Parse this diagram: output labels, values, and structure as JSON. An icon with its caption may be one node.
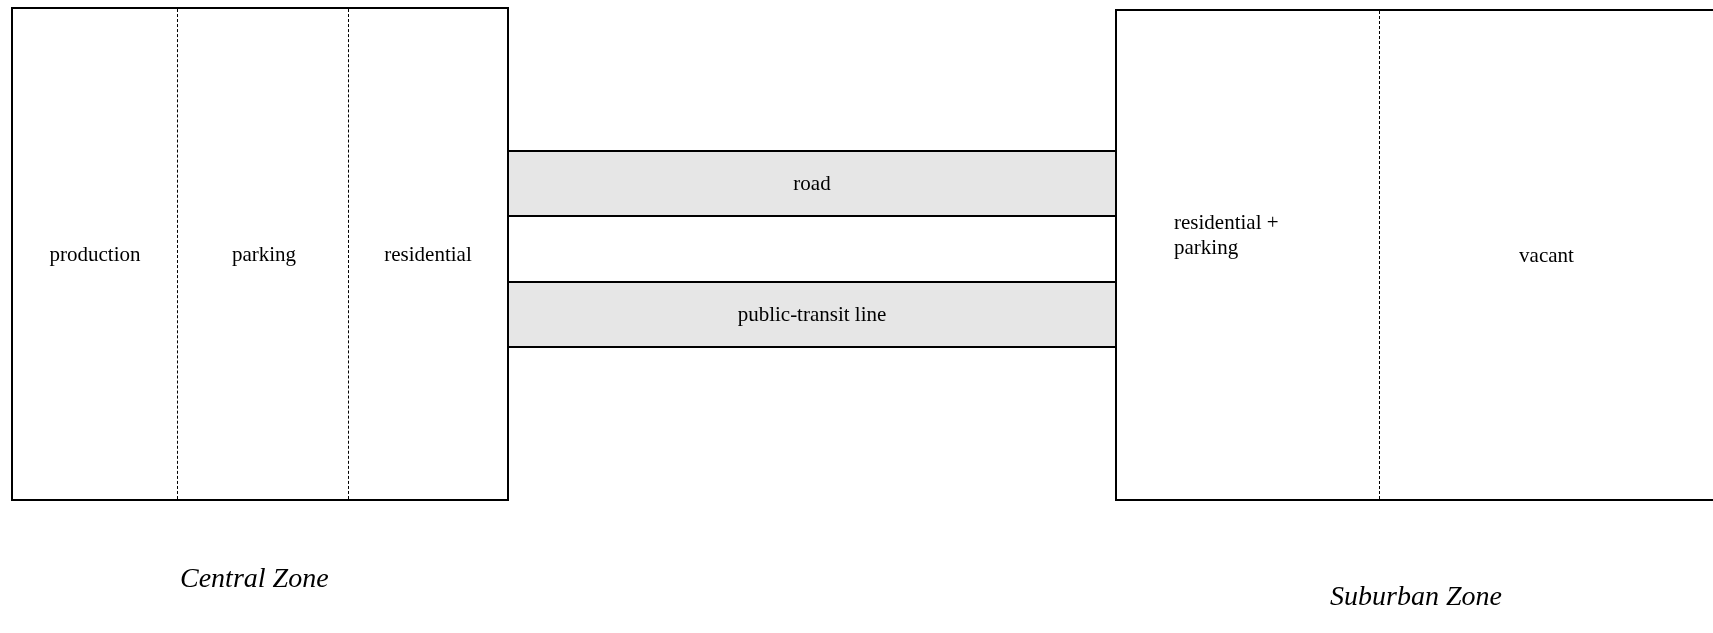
{
  "diagram": {
    "nodes": [
      {
        "text": [
          "Central Zone"
        ]
      },
      {
        "text": [
          "production"
        ],
        "in": 0
      },
      {
        "text": [
          "parking"
        ],
        "in": 0
      },
      {
        "text": [
          "residential"
        ],
        "in": 0
      },
      {
        "text": [
          "road"
        ]
      },
      {
        "text": [
          "public-transit line"
        ]
      },
      {
        "text": [
          "Suburban Zone"
        ]
      },
      {
        "text": [
          "residential + parking"
        ],
        "in": 6
      },
      {
        "text": [
          "vacant"
        ],
        "in": 6
      }
    ]
  }
}
